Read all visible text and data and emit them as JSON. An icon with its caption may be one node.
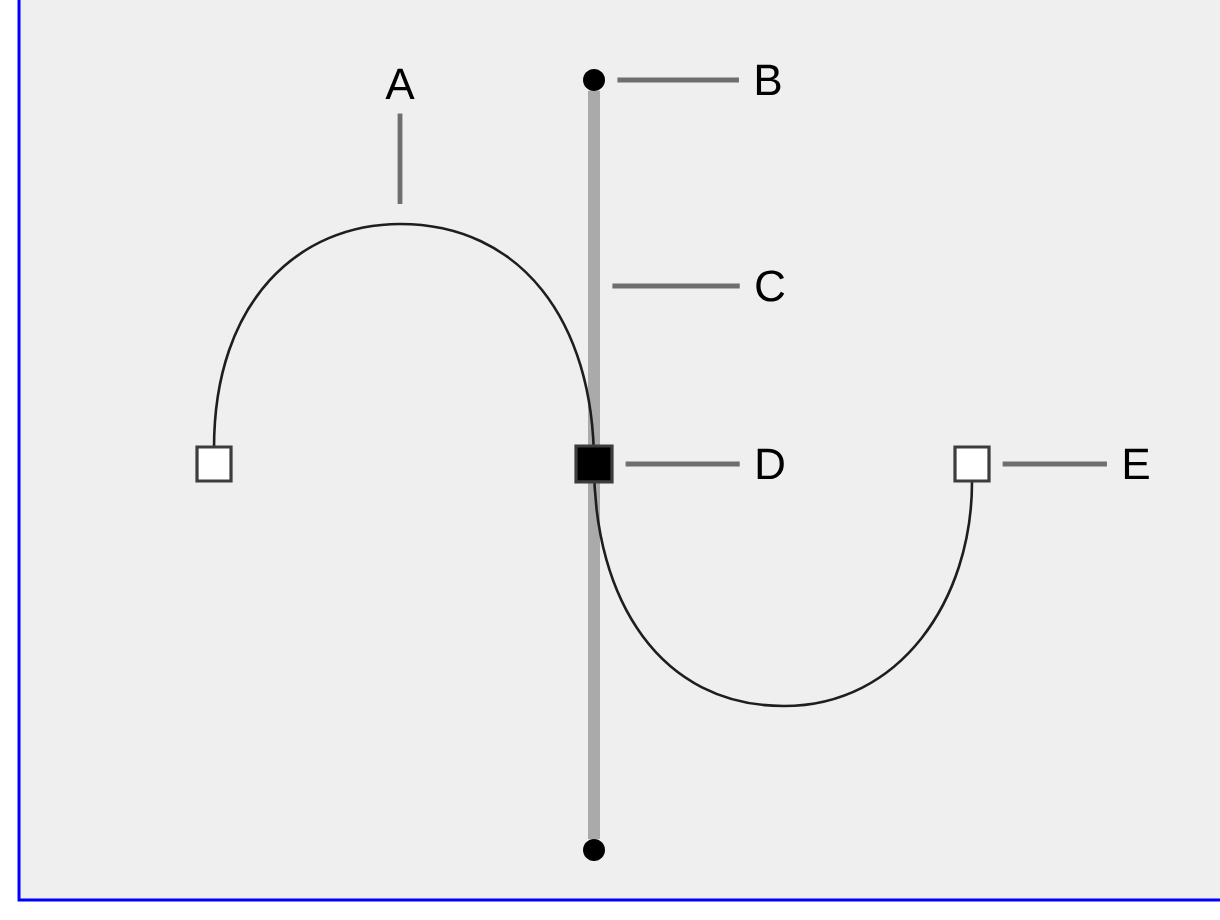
{
  "diagram": {
    "nodes": [
      {
        "text": [
          "A"
        ]
      },
      {
        "text": [
          "B"
        ]
      },
      {
        "text": [
          "C"
        ]
      },
      {
        "text": [
          "D"
        ]
      },
      {
        "text": [
          "E"
        ]
      },
      {
        "text": [],
        "shape": "circle"
      },
      {
        "text": [],
        "shape": "bar"
      },
      {
        "text": [],
        "shape": "box"
      },
      {
        "text": [],
        "shape": "box"
      },
      {
        "text": [],
        "shape": "box"
      },
      {
        "text": [],
        "shape": "circle"
      }
    ],
    "edges": [
      {
        "from": 0,
        "to": null,
        "arrow": "none"
      },
      {
        "from": 1,
        "to": 5,
        "arrow": "none"
      },
      {
        "from": 2,
        "to": 6,
        "arrow": "none"
      },
      {
        "from": 3,
        "to": 8,
        "arrow": "none"
      },
      {
        "from": 4,
        "to": 9,
        "arrow": "none"
      }
    ]
  }
}
